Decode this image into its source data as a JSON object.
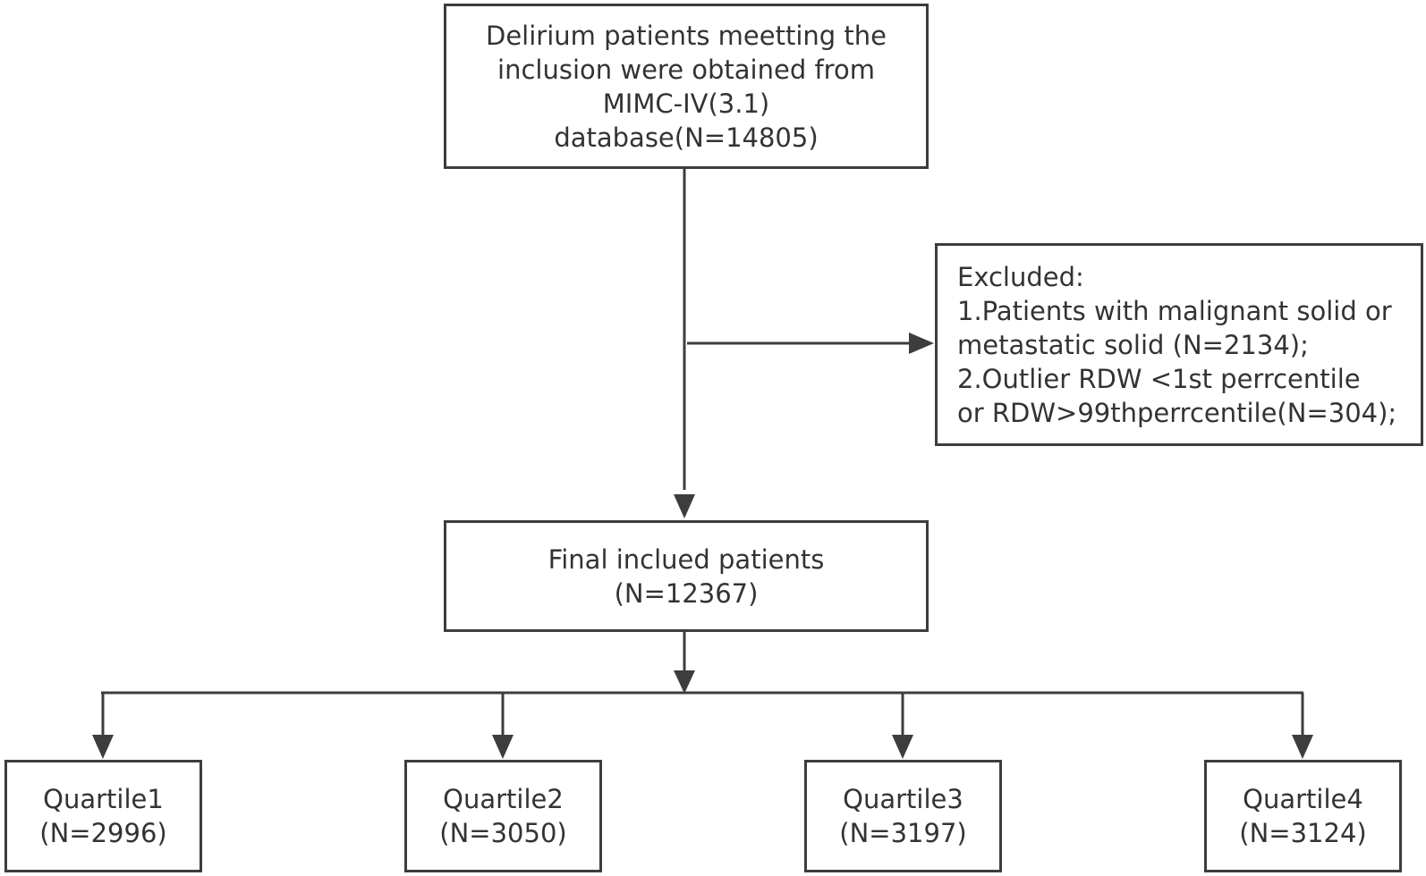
{
  "start_box": {
    "lines": [
      "Delirium patients meetting the",
      "inclusion were obtained from",
      "MIMC-IV(3.1)",
      "database(N=14805)"
    ]
  },
  "excluded_box": {
    "lines": [
      "Excluded:",
      "1.Patients with malignant solid or",
      "metastatic solid (N=2134);",
      "2.Outlier RDW <1st perrcentile",
      "or RDW>99thperrcentile(N=304);"
    ]
  },
  "final_box": {
    "lines": [
      "Final inclued patients",
      "(N=12367)"
    ]
  },
  "quartiles": [
    {
      "label": "Quartile1",
      "count": "(N=2996)"
    },
    {
      "label": "Quartile2",
      "count": "(N=3050)"
    },
    {
      "label": "Quartile3",
      "count": "(N=3197)"
    },
    {
      "label": "Quartile4",
      "count": "(N=3124)"
    }
  ]
}
